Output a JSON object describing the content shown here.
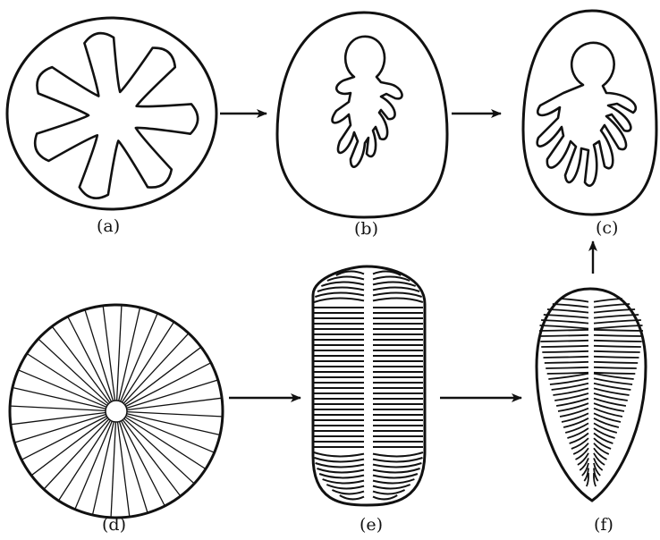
{
  "panels": {
    "a": {
      "label": "(a)"
    },
    "b": {
      "label": "(b)"
    },
    "c": {
      "label": "(c)"
    },
    "d": {
      "label": "(d)"
    },
    "e": {
      "label": "(e)"
    },
    "f": {
      "label": "(f)"
    }
  },
  "colors": {
    "ink": "#111111",
    "background": "#ffffff"
  },
  "arrows": [
    {
      "from": "a",
      "to": "b",
      "direction": "right"
    },
    {
      "from": "b",
      "to": "c",
      "direction": "right"
    },
    {
      "from": "d",
      "to": "e",
      "direction": "right"
    },
    {
      "from": "e",
      "to": "f",
      "direction": "right"
    },
    {
      "from": "f",
      "to": "c",
      "direction": "up"
    }
  ]
}
